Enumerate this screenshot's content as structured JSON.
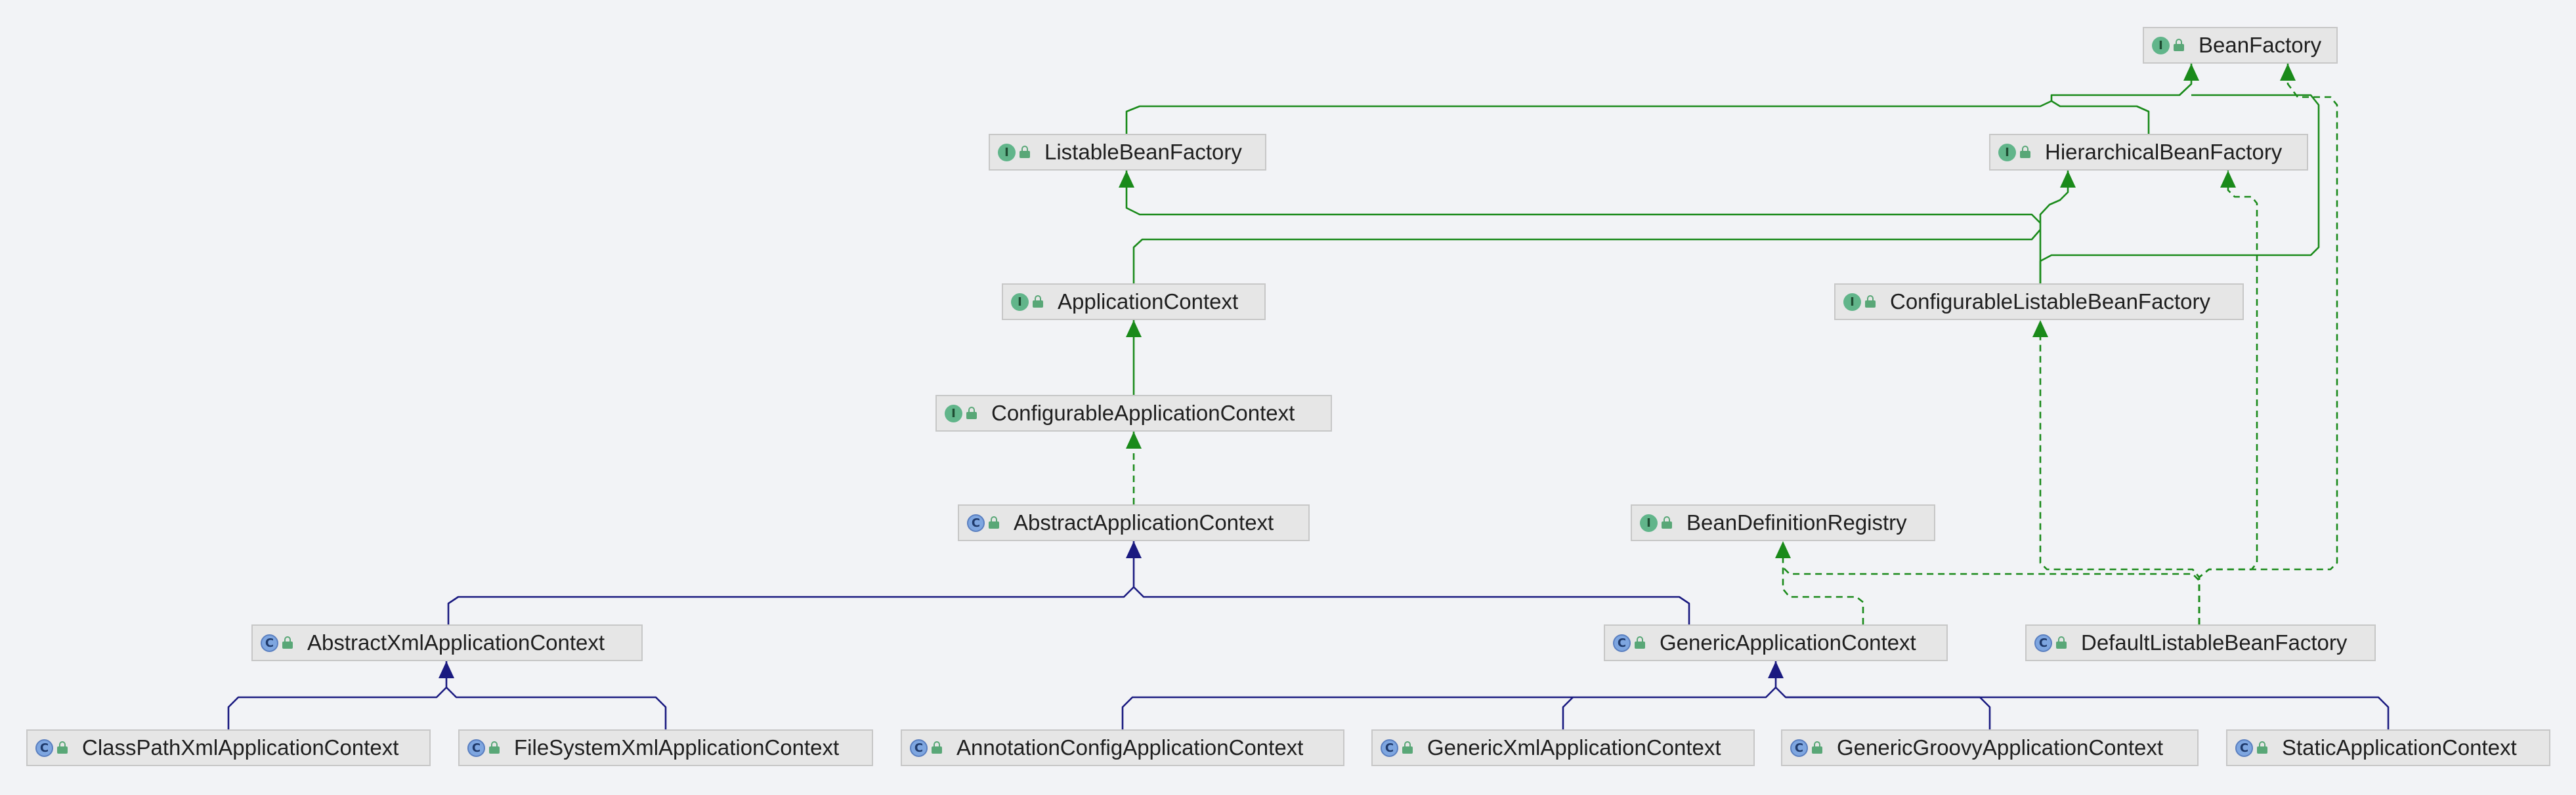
{
  "colors": {
    "background": "#f2f3f6",
    "interface_arrow": "#1a8a1a",
    "class_arrow": "#1a1a80",
    "node_fill": "#e6e6e6",
    "node_border": "#c7c7c7"
  },
  "nodes": [
    {
      "id": "BeanFactory",
      "label": "BeanFactory",
      "kind": "interface",
      "kind_letter": "I"
    },
    {
      "id": "ListableBeanFactory",
      "label": "ListableBeanFactory",
      "kind": "interface",
      "kind_letter": "I"
    },
    {
      "id": "HierarchicalBeanFactory",
      "label": "HierarchicalBeanFactory",
      "kind": "interface",
      "kind_letter": "I"
    },
    {
      "id": "ApplicationContext",
      "label": "ApplicationContext",
      "kind": "interface",
      "kind_letter": "I"
    },
    {
      "id": "ConfigurableListableBeanFactory",
      "label": "ConfigurableListableBeanFactory",
      "kind": "interface",
      "kind_letter": "I"
    },
    {
      "id": "ConfigurableApplicationContext",
      "label": "ConfigurableApplicationContext",
      "kind": "interface",
      "kind_letter": "I"
    },
    {
      "id": "AbstractApplicationContext",
      "label": "AbstractApplicationContext",
      "kind": "class",
      "kind_letter": "C"
    },
    {
      "id": "BeanDefinitionRegistry",
      "label": "BeanDefinitionRegistry",
      "kind": "interface",
      "kind_letter": "I"
    },
    {
      "id": "AbstractXmlApplicationContext",
      "label": "AbstractXmlApplicationContext",
      "kind": "class",
      "kind_letter": "C"
    },
    {
      "id": "GenericApplicationContext",
      "label": "GenericApplicationContext",
      "kind": "class",
      "kind_letter": "C"
    },
    {
      "id": "DefaultListableBeanFactory",
      "label": "DefaultListableBeanFactory",
      "kind": "class",
      "kind_letter": "C"
    },
    {
      "id": "ClassPathXmlApplicationContext",
      "label": "ClassPathXmlApplicationContext",
      "kind": "class",
      "kind_letter": "C"
    },
    {
      "id": "FileSystemXmlApplicationContext",
      "label": "FileSystemXmlApplicationContext",
      "kind": "class",
      "kind_letter": "C"
    },
    {
      "id": "AnnotationConfigApplicationContext",
      "label": "AnnotationConfigApplicationContext",
      "kind": "class",
      "kind_letter": "C"
    },
    {
      "id": "GenericXmlApplicationContext",
      "label": "GenericXmlApplicationContext",
      "kind": "class",
      "kind_letter": "C"
    },
    {
      "id": "GenericGroovyApplicationContext",
      "label": "GenericGroovyApplicationContext",
      "kind": "class",
      "kind_letter": "C"
    },
    {
      "id": "StaticApplicationContext",
      "label": "StaticApplicationContext",
      "kind": "class",
      "kind_letter": "C"
    }
  ],
  "edges": [
    {
      "from": "ListableBeanFactory",
      "to": "BeanFactory",
      "type": "extends"
    },
    {
      "from": "HierarchicalBeanFactory",
      "to": "BeanFactory",
      "type": "extends"
    },
    {
      "from": "ConfigurableListableBeanFactory",
      "to": "BeanFactory",
      "type": "extends"
    },
    {
      "from": "ApplicationContext",
      "to": "ListableBeanFactory",
      "type": "extends"
    },
    {
      "from": "ApplicationContext",
      "to": "HierarchicalBeanFactory",
      "type": "extends"
    },
    {
      "from": "ConfigurableListableBeanFactory",
      "to": "ListableBeanFactory",
      "type": "extends"
    },
    {
      "from": "ConfigurableListableBeanFactory",
      "to": "HierarchicalBeanFactory",
      "type": "extends"
    },
    {
      "from": "ConfigurableApplicationContext",
      "to": "ApplicationContext",
      "type": "extends"
    },
    {
      "from": "AbstractApplicationContext",
      "to": "ConfigurableApplicationContext",
      "type": "implements"
    },
    {
      "from": "AbstractXmlApplicationContext",
      "to": "AbstractApplicationContext",
      "type": "class-extends"
    },
    {
      "from": "GenericApplicationContext",
      "to": "AbstractApplicationContext",
      "type": "class-extends"
    },
    {
      "from": "GenericApplicationContext",
      "to": "BeanDefinitionRegistry",
      "type": "implements"
    },
    {
      "from": "DefaultListableBeanFactory",
      "to": "BeanDefinitionRegistry",
      "type": "implements"
    },
    {
      "from": "DefaultListableBeanFactory",
      "to": "ConfigurableListableBeanFactory",
      "type": "implements"
    },
    {
      "from": "DefaultListableBeanFactory",
      "to": "HierarchicalBeanFactory",
      "type": "implements"
    },
    {
      "from": "DefaultListableBeanFactory",
      "to": "BeanFactory",
      "type": "implements"
    },
    {
      "from": "ClassPathXmlApplicationContext",
      "to": "AbstractXmlApplicationContext",
      "type": "class-extends"
    },
    {
      "from": "FileSystemXmlApplicationContext",
      "to": "AbstractXmlApplicationContext",
      "type": "class-extends"
    },
    {
      "from": "AnnotationConfigApplicationContext",
      "to": "GenericApplicationContext",
      "type": "class-extends"
    },
    {
      "from": "GenericXmlApplicationContext",
      "to": "GenericApplicationContext",
      "type": "class-extends"
    },
    {
      "from": "GenericGroovyApplicationContext",
      "to": "GenericApplicationContext",
      "type": "class-extends"
    },
    {
      "from": "StaticApplicationContext",
      "to": "GenericApplicationContext",
      "type": "class-extends"
    }
  ]
}
